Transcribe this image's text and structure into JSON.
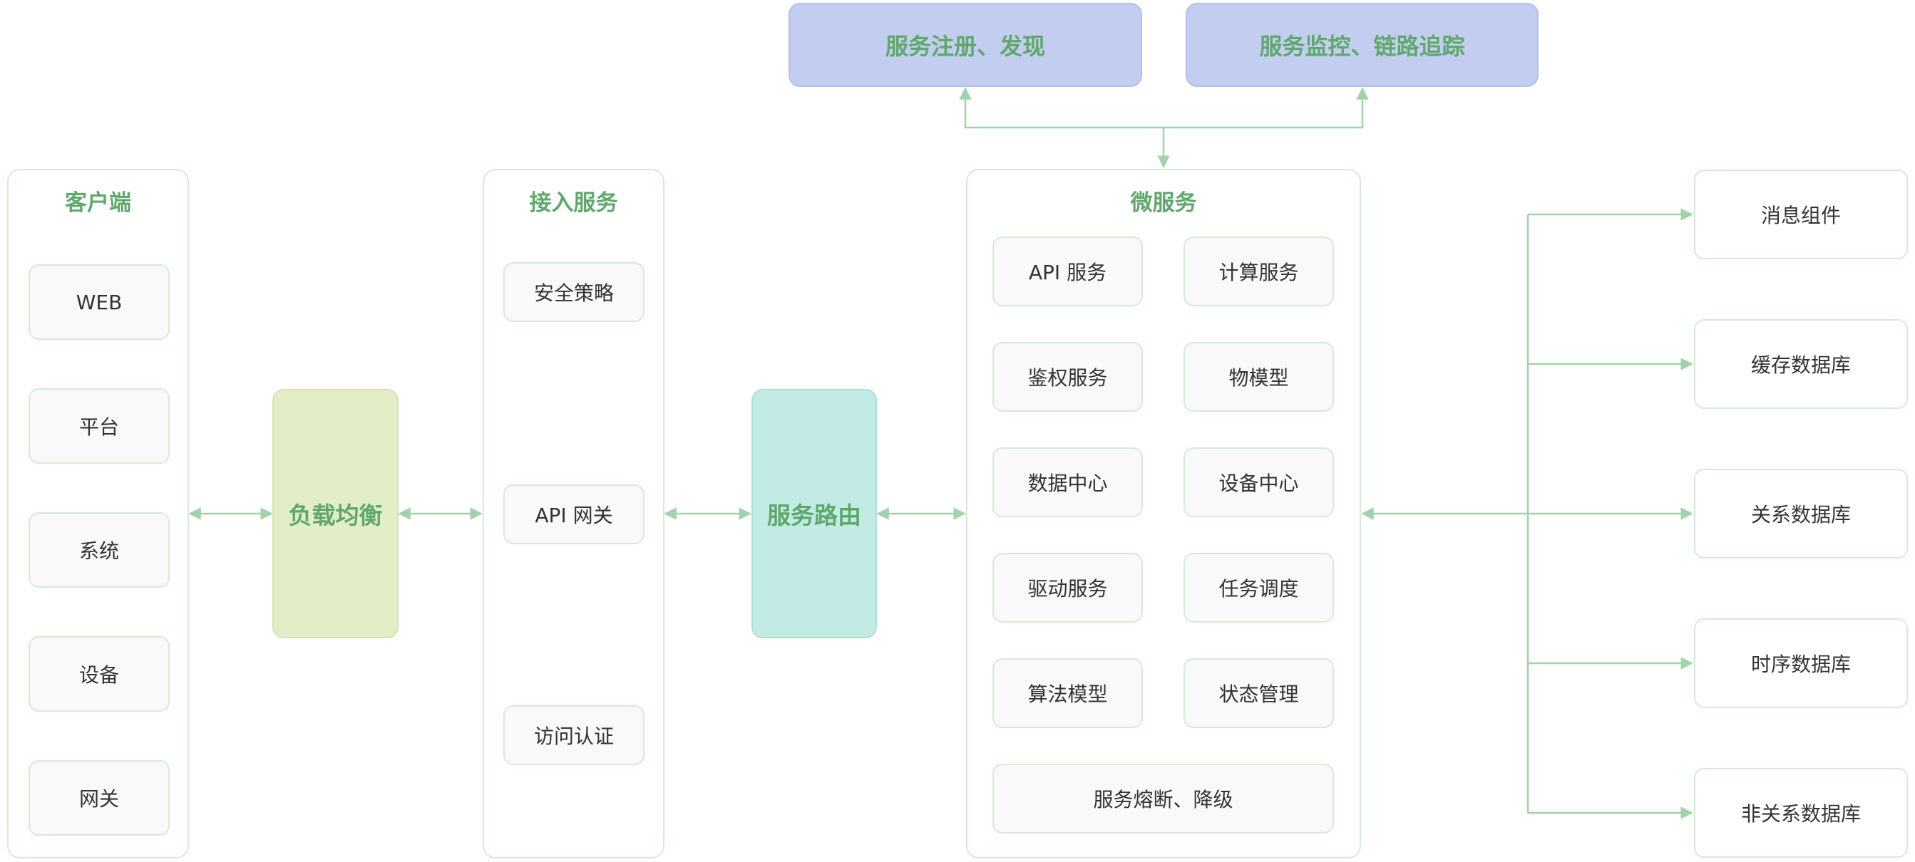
{
  "colors": {
    "accent_text": "#5ea86b",
    "line": "#9fd3a8",
    "panel_border": "#d4ecd6",
    "load_balance_fill": "#e3edc6",
    "router_fill": "#c1ebe4",
    "top_fill": "#c3cdef"
  },
  "top": {
    "registry": "服务注册、发现",
    "monitor": "服务监控、链路追踪"
  },
  "client": {
    "title": "客户端",
    "items": [
      "WEB",
      "平台",
      "系统",
      "设备",
      "网关"
    ]
  },
  "load_balance": {
    "label": "负载均衡"
  },
  "access": {
    "title": "接入服务",
    "items": [
      "安全策略",
      "API 网关",
      "访问认证"
    ]
  },
  "router": {
    "label": "服务路由"
  },
  "micro": {
    "title": "微服务",
    "items": [
      "API 服务",
      "计算服务",
      "鉴权服务",
      "物模型",
      "数据中心",
      "设备中心",
      "驱动服务",
      "任务调度",
      "算法模型",
      "状态管理"
    ],
    "wide_item": "服务熔断、降级"
  },
  "storage": {
    "items": [
      "消息组件",
      "缓存数据库",
      "关系数据库",
      "时序数据库",
      "非关系数据库"
    ]
  }
}
